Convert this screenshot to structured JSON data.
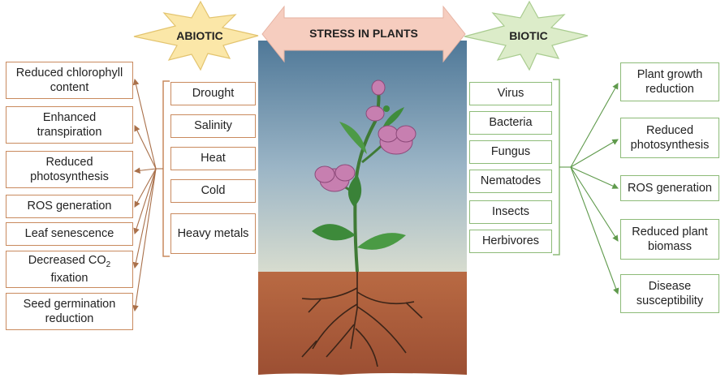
{
  "title": "STRESS IN PLANTS",
  "abiotic": {
    "label": "ABIOTIC",
    "stresses": [
      "Drought",
      "Salinity",
      "Heat",
      "Cold",
      "Heavy metals"
    ],
    "effects": [
      "Reduced chlorophyll content",
      "Enhanced transpiration",
      "Reduced photosynthesis",
      "ROS generation",
      "Leaf senescence",
      "Decreased CO",
      "Seed germination reduction"
    ],
    "co2_subscript": "2",
    "co2_suffix": "fixation"
  },
  "biotic": {
    "label": "BIOTIC",
    "stresses": [
      "Virus",
      "Bacteria",
      "Fungus",
      "Nematodes",
      "Insects",
      "Herbivores"
    ],
    "effects": [
      "Plant growth reduction",
      "Reduced photosynthesis",
      "ROS generation",
      "Reduced plant biomass",
      "Disease susceptibility"
    ]
  },
  "colors": {
    "abiotic_border": "#c98a5e",
    "biotic_border": "#8dbb78",
    "abiotic_star": "#fbe7a8",
    "biotic_star": "#dcecc9",
    "arrow_fill": "#f6cdbf",
    "sky": "#6f8fa8",
    "soil": "#a8583a",
    "flower": "#c983b2",
    "leaf": "#3f8a3c"
  },
  "icons": [
    "starburst-abiotic",
    "starburst-biotic",
    "double-arrow",
    "plant-painting"
  ]
}
